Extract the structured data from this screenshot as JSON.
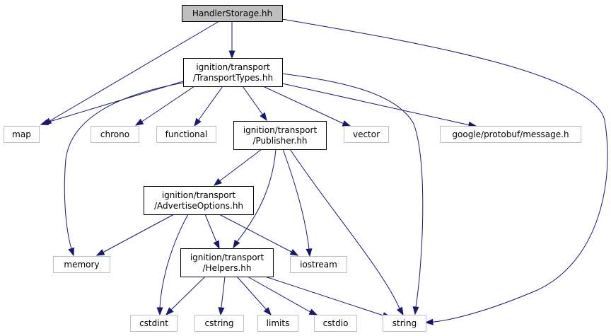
{
  "colors": {
    "edge": "#191970",
    "focus_fill": "#bfbfbf",
    "focus_border": "#000000",
    "documented_border": "#000000",
    "external_border": "#bfbfbf",
    "node_fill": "#ffffff",
    "text": "#000000"
  },
  "nodes": [
    {
      "id": "handlerstorage",
      "kind": "focus",
      "lines": [
        "HandlerStorage.hh"
      ]
    },
    {
      "id": "transporttypes",
      "kind": "documented",
      "lines": [
        "ignition/transport",
        "/TransportTypes.hh"
      ]
    },
    {
      "id": "map",
      "kind": "external",
      "lines": [
        "map"
      ]
    },
    {
      "id": "chrono",
      "kind": "external",
      "lines": [
        "chrono"
      ]
    },
    {
      "id": "functional",
      "kind": "external",
      "lines": [
        "functional"
      ]
    },
    {
      "id": "publisher",
      "kind": "documented",
      "lines": [
        "ignition/transport",
        "/Publisher.hh"
      ]
    },
    {
      "id": "vector",
      "kind": "external",
      "lines": [
        "vector"
      ]
    },
    {
      "id": "protobuf",
      "kind": "external",
      "lines": [
        "google/protobuf/message.h"
      ]
    },
    {
      "id": "advertiseoptions",
      "kind": "documented",
      "lines": [
        "ignition/transport",
        "/AdvertiseOptions.hh"
      ]
    },
    {
      "id": "memory",
      "kind": "external",
      "lines": [
        "memory"
      ]
    },
    {
      "id": "helpers",
      "kind": "documented",
      "lines": [
        "ignition/transport",
        "/Helpers.hh"
      ]
    },
    {
      "id": "iostream",
      "kind": "external",
      "lines": [
        "iostream"
      ]
    },
    {
      "id": "cstdint",
      "kind": "external",
      "lines": [
        "cstdint"
      ]
    },
    {
      "id": "cstring",
      "kind": "external",
      "lines": [
        "cstring"
      ]
    },
    {
      "id": "limits",
      "kind": "external",
      "lines": [
        "limits"
      ]
    },
    {
      "id": "cstdio",
      "kind": "external",
      "lines": [
        "cstdio"
      ]
    },
    {
      "id": "string",
      "kind": "external",
      "lines": [
        "string"
      ]
    }
  ],
  "edges": [
    {
      "from": "handlerstorage",
      "to": "transporttypes"
    },
    {
      "from": "handlerstorage",
      "to": "map"
    },
    {
      "from": "handlerstorage",
      "to": "string"
    },
    {
      "from": "transporttypes",
      "to": "map"
    },
    {
      "from": "transporttypes",
      "to": "chrono"
    },
    {
      "from": "transporttypes",
      "to": "functional"
    },
    {
      "from": "transporttypes",
      "to": "publisher"
    },
    {
      "from": "transporttypes",
      "to": "vector"
    },
    {
      "from": "transporttypes",
      "to": "protobuf"
    },
    {
      "from": "transporttypes",
      "to": "memory"
    },
    {
      "from": "transporttypes",
      "to": "string"
    },
    {
      "from": "publisher",
      "to": "advertiseoptions"
    },
    {
      "from": "publisher",
      "to": "helpers"
    },
    {
      "from": "publisher",
      "to": "iostream"
    },
    {
      "from": "publisher",
      "to": "string"
    },
    {
      "from": "advertiseoptions",
      "to": "memory"
    },
    {
      "from": "advertiseoptions",
      "to": "helpers"
    },
    {
      "from": "advertiseoptions",
      "to": "iostream"
    },
    {
      "from": "advertiseoptions",
      "to": "cstdint"
    },
    {
      "from": "helpers",
      "to": "cstdint"
    },
    {
      "from": "helpers",
      "to": "cstring"
    },
    {
      "from": "helpers",
      "to": "limits"
    },
    {
      "from": "helpers",
      "to": "cstdio"
    },
    {
      "from": "helpers",
      "to": "string"
    }
  ]
}
